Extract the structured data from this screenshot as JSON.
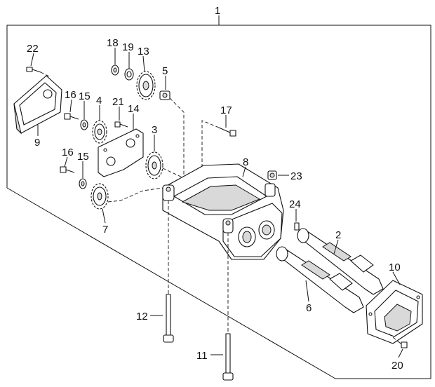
{
  "callouts": [
    {
      "id": "1",
      "text": "1"
    },
    {
      "id": "2",
      "text": "2"
    },
    {
      "id": "3",
      "text": "3"
    },
    {
      "id": "4",
      "text": "4"
    },
    {
      "id": "5",
      "text": "5"
    },
    {
      "id": "6",
      "text": "6"
    },
    {
      "id": "7",
      "text": "7"
    },
    {
      "id": "8",
      "text": "8"
    },
    {
      "id": "9",
      "text": "9"
    },
    {
      "id": "10",
      "text": "10"
    },
    {
      "id": "11",
      "text": "11"
    },
    {
      "id": "12",
      "text": "12"
    },
    {
      "id": "13",
      "text": "13"
    },
    {
      "id": "14",
      "text": "14"
    },
    {
      "id": "15a",
      "text": "15"
    },
    {
      "id": "15b",
      "text": "15"
    },
    {
      "id": "16a",
      "text": "16"
    },
    {
      "id": "16b",
      "text": "16"
    },
    {
      "id": "17",
      "text": "17"
    },
    {
      "id": "18",
      "text": "18"
    },
    {
      "id": "19",
      "text": "19"
    },
    {
      "id": "20",
      "text": "20"
    },
    {
      "id": "21",
      "text": "21"
    },
    {
      "id": "22",
      "text": "22"
    },
    {
      "id": "23",
      "text": "23"
    },
    {
      "id": "24",
      "text": "24"
    }
  ]
}
